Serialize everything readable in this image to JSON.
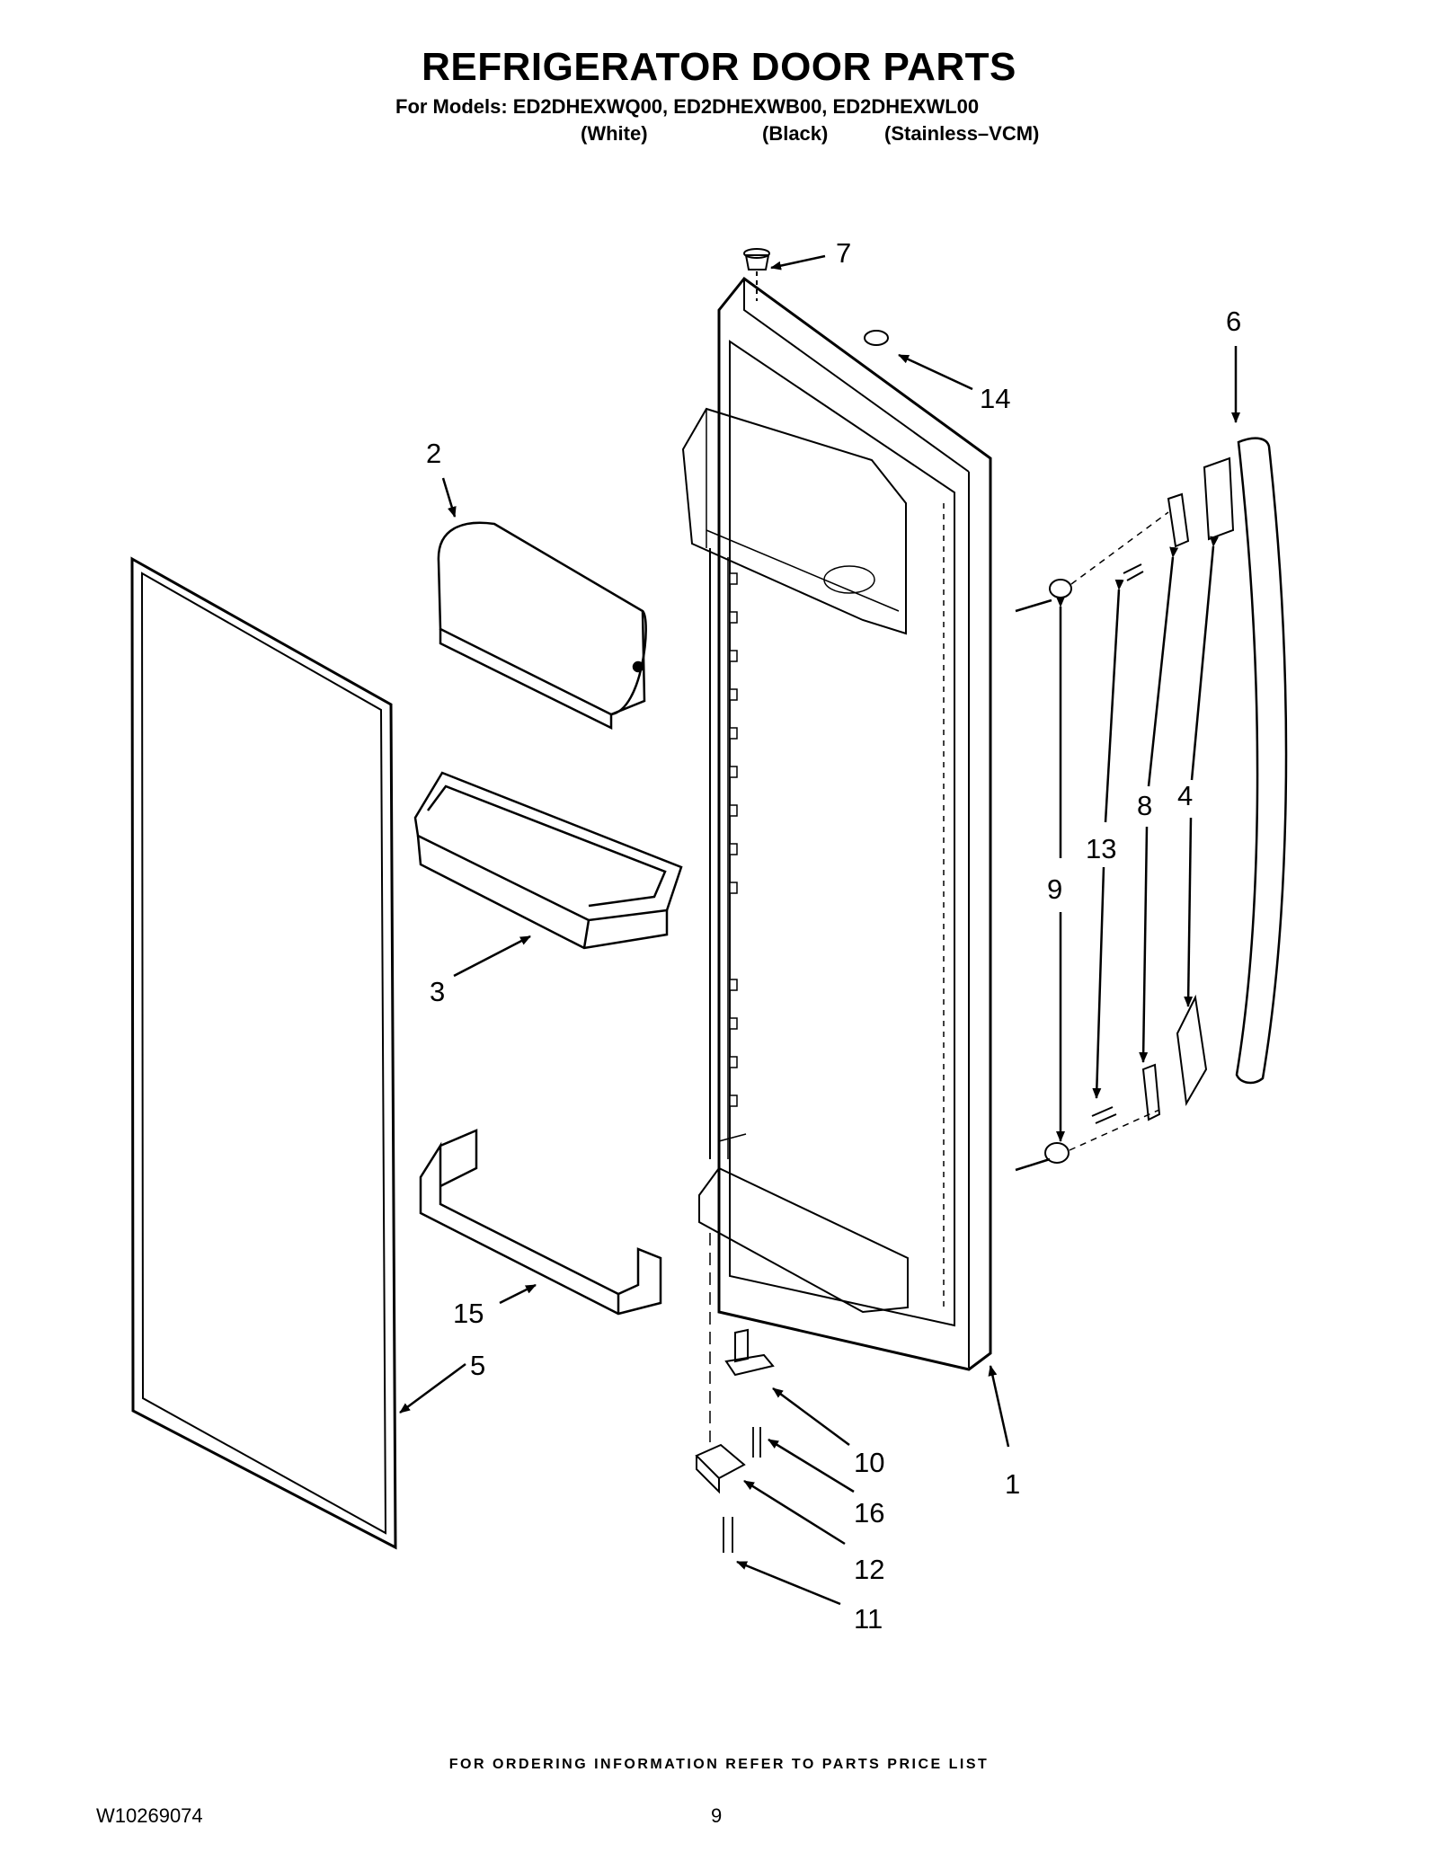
{
  "header": {
    "title": "REFRIGERATOR DOOR PARTS",
    "models_line": "For Models: ED2DHEXWQ00, ED2DHEXWB00, ED2DHEXWL00",
    "finishes": [
      "(White)",
      "(Black)",
      "(Stainless–VCM)"
    ]
  },
  "callouts": [
    "7",
    "14",
    "6",
    "2",
    "3",
    "9",
    "13",
    "8",
    "4",
    "15",
    "5",
    "10",
    "16",
    "12",
    "11",
    "1"
  ],
  "footer": {
    "note": "FOR ORDERING INFORMATION REFER TO PARTS PRICE LIST",
    "document_number": "W10269074",
    "page_number": "9"
  }
}
